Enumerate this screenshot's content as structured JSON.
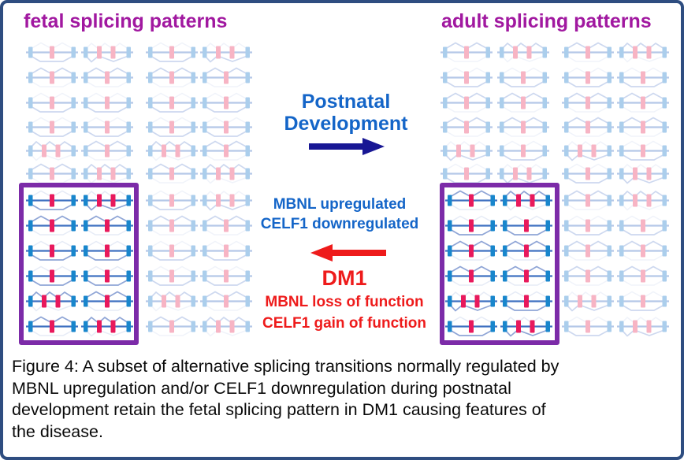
{
  "colors": {
    "title": "#a118a0",
    "blue_text": "#1465c8",
    "navy_arrow": "#181794",
    "red": "#ee1b1b",
    "box_border": "#7c2ba8",
    "frame_border": "#2e4d80",
    "caption_text": "#0a0a0a"
  },
  "fetal_panel": {
    "title": "fetal splicing patterns",
    "row_patterns": [
      [
        "t3b",
        "t4b",
        "t3b",
        "t4b"
      ],
      [
        "p3a",
        "p3a",
        "p3a",
        "p3a"
      ],
      [
        "t3b",
        "t3b",
        "t3b",
        "t3b"
      ],
      [
        "t3b",
        "t3b",
        "t3b",
        "t3b"
      ],
      [
        "p4a",
        "p3a",
        "p4a",
        "p3a"
      ],
      [
        "p3a",
        "p4a",
        "p3a",
        "p4a"
      ]
    ],
    "repeat": 2
  },
  "adult_panel": {
    "title": "adult splicing patterns",
    "row_patterns": [
      [
        "p3a",
        "p4a",
        "p3a",
        "p4a"
      ],
      [
        "t3b",
        "t3b",
        "t3b",
        "t3b"
      ],
      [
        "p3a",
        "p3a",
        "p3a",
        "p3a"
      ],
      [
        "p3a",
        "p3a",
        "p3a",
        "p3a"
      ],
      [
        "t4b",
        "t3b",
        "t4b",
        "t3b"
      ],
      [
        "t3b",
        "t4b",
        "t3b",
        "t4b"
      ]
    ],
    "repeat": 2
  },
  "center": {
    "development_lines": [
      "Postnatal",
      "Development"
    ],
    "regulation_lines": [
      "MBNL upregulated",
      "CELF1 downregulated"
    ],
    "dm1_title": "DM1",
    "dm1_lines": [
      "MBNL loss of function",
      "CELF1 gain of function"
    ]
  },
  "caption_lines": [
    "Figure 4: A subset of alternative splicing transitions normally regulated by",
    "MBNL upregulation and/or CELF1 downregulation during postnatal",
    "development retain the fetal splicing pattern in DM1 causing features of",
    "the disease."
  ],
  "diagram_styles": {
    "bold": {
      "exon_end": "#1886cc",
      "exon_alt": "#e8195c",
      "line": "#3f70c1",
      "splice": "#8fa5d6",
      "ghost": "#e6ebf6"
    },
    "faded": {
      "exon_end": "#abceec",
      "exon_alt": "#f7b4c4",
      "line": "#b5c8e8",
      "splice": "#cdd8ef",
      "ghost": "#f0f3fa"
    }
  },
  "diagram_shapes": {
    "t3b": {
      "exons": [
        [
          3,
          "end"
        ],
        [
          30,
          "alt"
        ],
        [
          57.5,
          "end"
        ]
      ],
      "splice": "6,20 18,27 47,27 60,20",
      "ghost": "6,11 19,3.5 33,11 46,3.5 60,11"
    },
    "p3a": {
      "exons": [
        [
          3,
          "end"
        ],
        [
          30,
          "alt"
        ],
        [
          57.5,
          "end"
        ]
      ],
      "splice": "6,11 19,3.5 33,11 46,3.5 60,11",
      "ghost": "6,20 18,27 47,27 60,20"
    },
    "t4b": {
      "exons": [
        [
          3,
          "end"
        ],
        [
          20,
          "alt"
        ],
        [
          37.5,
          "alt"
        ],
        [
          57.5,
          "end"
        ]
      ],
      "splice": "6,20 13,27.5 22,20 41,27 60,20",
      "ghost": "6,11 13,4 22,11 30,4 40,11 49,4 60,11"
    },
    "p4a": {
      "exons": [
        [
          3,
          "end"
        ],
        [
          20,
          "alt"
        ],
        [
          37.5,
          "alt"
        ],
        [
          57.5,
          "end"
        ]
      ],
      "splice": "6,11 13,4 22,11 30,4 40,11 49,4 60,11",
      "ghost": "6,20 13,27.5 22,20 41,27 60,20"
    }
  }
}
